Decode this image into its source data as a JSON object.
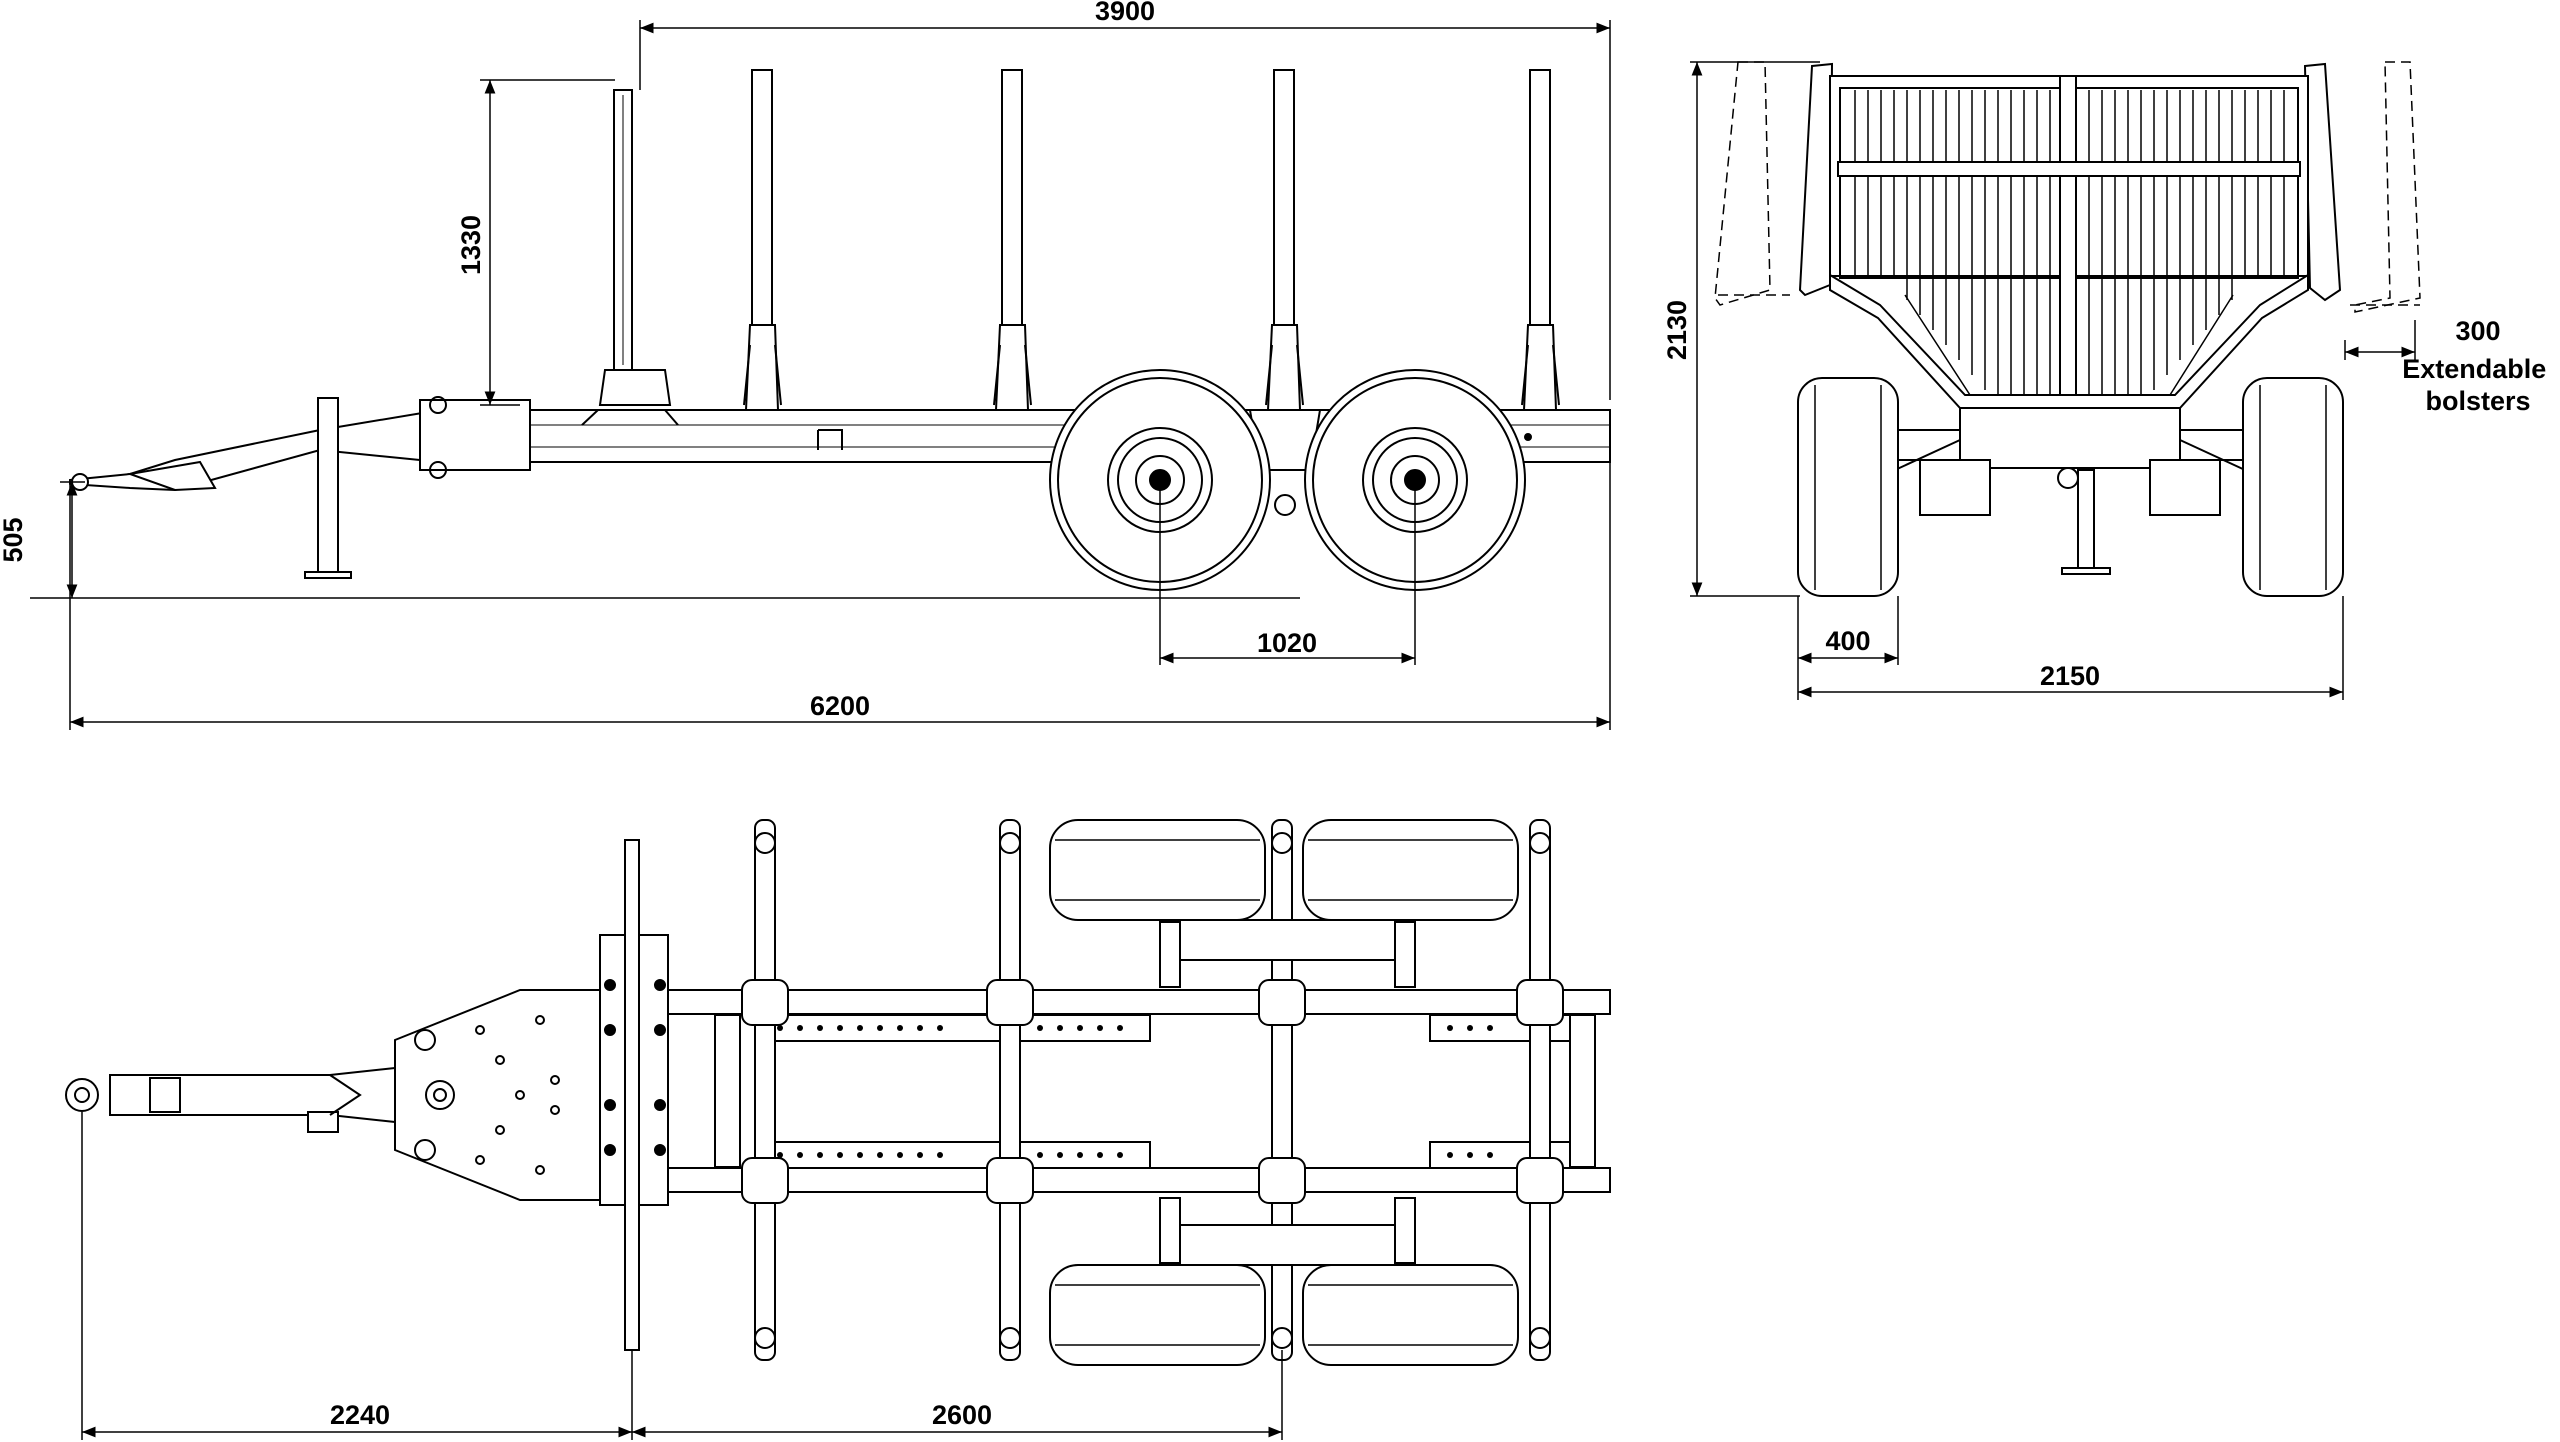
{
  "colors": {
    "line": "#000000",
    "background": "#ffffff",
    "fill": "#f2f2f2"
  },
  "side_view": {
    "dims": {
      "stake_area_length": "3900",
      "stake_height": "1330",
      "drawbar_height": "505",
      "axle_spacing": "1020",
      "total_length": "6200"
    }
  },
  "rear_view": {
    "dims": {
      "height": "2130",
      "extension": "300",
      "tyre_width": "400",
      "total_width": "2150"
    },
    "note_lines": [
      "Extendable",
      "bolsters"
    ]
  },
  "top_view": {
    "dims": {
      "drawbar_to_front": "2240",
      "front_to_axle": "2600"
    }
  }
}
